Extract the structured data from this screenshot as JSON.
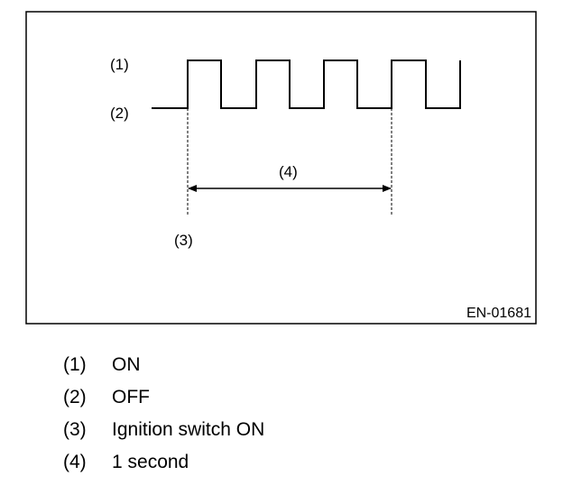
{
  "diagram": {
    "labels": {
      "on": "(1)",
      "off": "(2)",
      "interval": "(4)",
      "start": "(3)"
    },
    "code": "EN-01681"
  },
  "legend": [
    {
      "num": "(1)",
      "text": "ON"
    },
    {
      "num": "(2)",
      "text": "OFF"
    },
    {
      "num": "(3)",
      "text": "Ignition switch ON"
    },
    {
      "num": "(4)",
      "text": "1 second"
    }
  ]
}
